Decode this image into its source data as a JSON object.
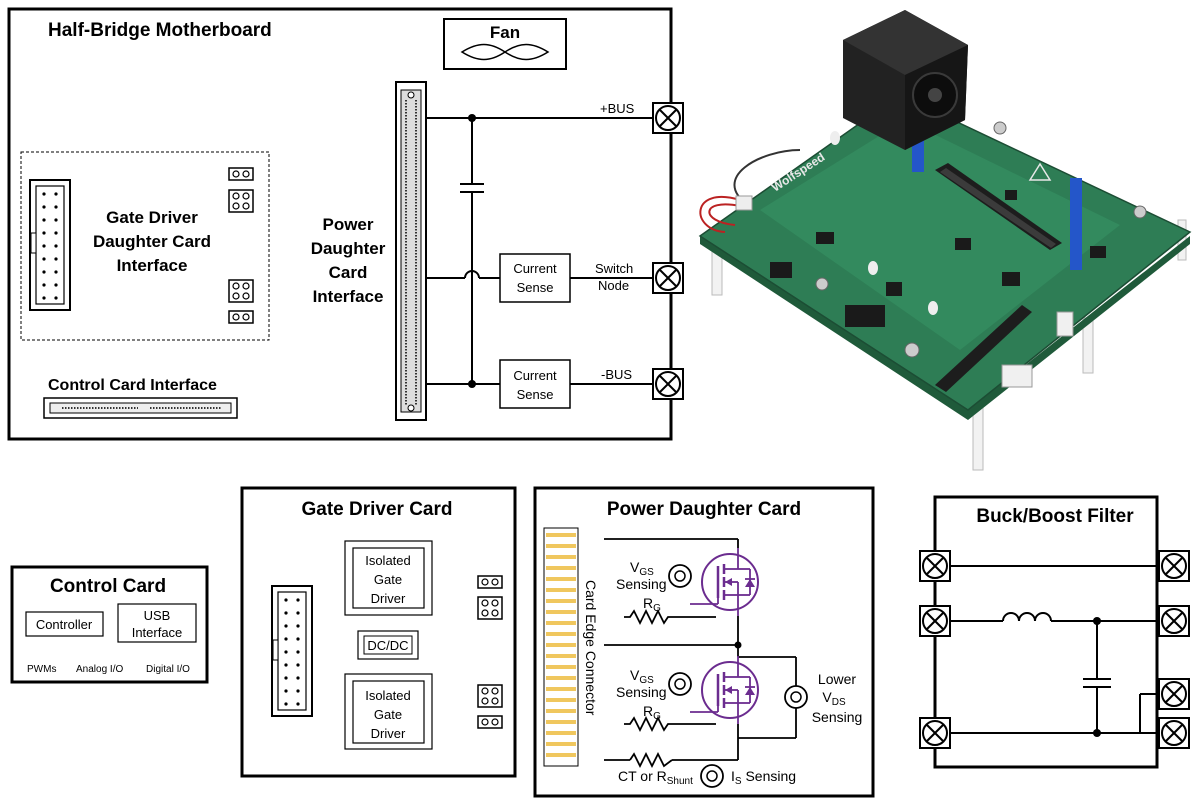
{
  "motherboard": {
    "title": "Half-Bridge Motherboard",
    "fan_label": "Fan",
    "gate_driver_interface": [
      "Gate Driver",
      "Daughter Card",
      "Interface"
    ],
    "power_interface": [
      "Power",
      "Daughter",
      "Card",
      "Interface"
    ],
    "control_card_interface": "Control Card Interface",
    "current_sense": [
      "Current",
      "Sense"
    ],
    "terminals": {
      "plus_bus": "+BUS",
      "switch_node": [
        "Switch",
        "Node"
      ],
      "minus_bus": "-BUS"
    }
  },
  "control_card": {
    "title": "Control Card",
    "controller": "Controller",
    "usb": [
      "USB",
      "Interface"
    ],
    "pwms": "PWMs",
    "analog": "Analog I/O",
    "digital": "Digital I/O"
  },
  "gate_driver_card": {
    "title": "Gate Driver Card",
    "isolated": [
      "Isolated",
      "Gate",
      "Driver"
    ],
    "dcdc": "DC/DC"
  },
  "power_daughter_card": {
    "title": "Power Daughter Card",
    "edge_connector": "Card Edge Connector",
    "vgs_sensing": [
      "V",
      "GS",
      "Sensing"
    ],
    "rg": [
      "R",
      "G"
    ],
    "lower_vds": [
      "Lower",
      "V",
      "DS",
      "Sensing"
    ],
    "ct_rshunt": [
      "CT or R",
      "Shunt"
    ],
    "is_sensing": [
      "I",
      "S",
      " Sensing"
    ]
  },
  "buck_boost": {
    "title": "Buck/Boost Filter"
  },
  "photo": {
    "brand": "Wolfspeed"
  }
}
